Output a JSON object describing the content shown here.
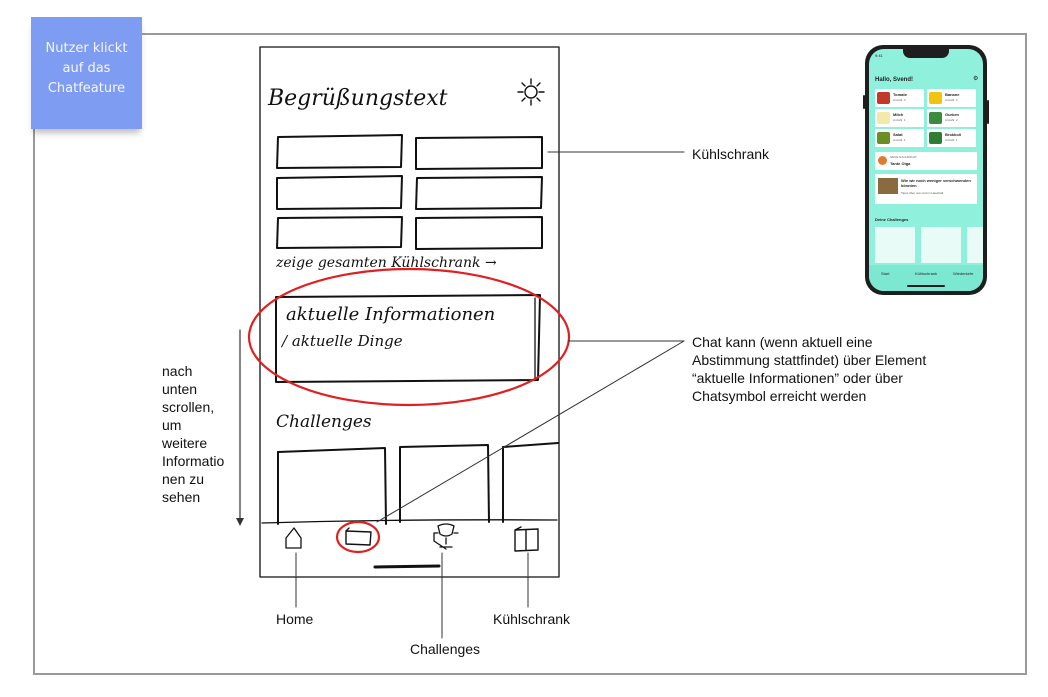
{
  "sticky_note": {
    "text": "Nutzer klickt\nauf das\nChatfeature"
  },
  "wireframe": {
    "greeting": "Begrüßungstext",
    "show_fridge_link": "zeige gesamten Kühlschrank →",
    "info_line1": "aktuelle Informationen",
    "info_line2": "/ aktuelle Dinge",
    "challenges_heading": "Challenges"
  },
  "annotations": {
    "fridge": "Kühlschrank",
    "chat": "Chat kann (wenn aktuell eine\nAbstimmung stattfindet) über Element\n“aktuelle Informationen” oder über\nChatsymbol erreicht werden",
    "scroll": "nach\nunten\nscrollen,\num\nweitere\nInformatio\nnen zu\nsehen",
    "nav_home": "Home",
    "nav_challenges": "Challenges",
    "nav_fridge": "Kühlschrank"
  },
  "phone_mockup": {
    "time": "9:41",
    "greeting": "Hallo, Svend!",
    "products": [
      {
        "name": "Tomate",
        "detail": "Anzahl: 3",
        "color": "#c0392b"
      },
      {
        "name": "Banane",
        "detail": "Anzahl: 2",
        "color": "#f1c40f"
      },
      {
        "name": "Milch",
        "detail": "Anzahl: 1",
        "color": "#f3e9a8"
      },
      {
        "name": "Gurken",
        "detail": "Anzahl: 2",
        "color": "#3d8b3d"
      },
      {
        "name": "Salat",
        "detail": "Anzahl: 1",
        "color": "#6b8e23"
      },
      {
        "name": "Brokkoli",
        "detail": "Anzahl: 1",
        "color": "#2e7d32"
      }
    ],
    "message_label": "NEUE NACHRICHT",
    "message_sender": "Tante Olga",
    "article_title": "Wie wir noch weniger verschwenden könnten",
    "article_sub": "Tipps über uns und im Haushalt",
    "challenges_title": "Deine Challenges",
    "tabs": [
      "Start",
      "Kühlschrank",
      "Wiederkehr"
    ],
    "colors": {
      "screen": "#8ff0dc",
      "frame": "#1e1e1e",
      "sticky": "#7f9cf3",
      "highlight": "#e02020"
    }
  }
}
